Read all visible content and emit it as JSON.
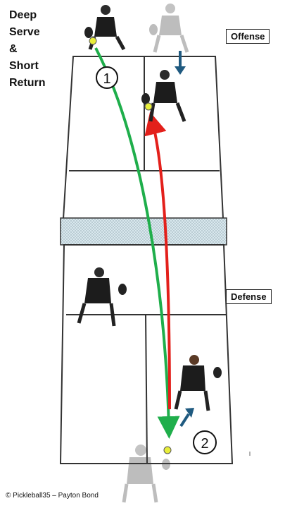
{
  "title_lines": [
    "Deep",
    "Serve",
    "&",
    "Short",
    "Return"
  ],
  "labels": {
    "offense": "Offense",
    "defense": "Defense"
  },
  "markers": [
    "1",
    "2"
  ],
  "credit": "© Pickleball35 – Payton Bond",
  "colors": {
    "serve_path": "#1fae4b",
    "return_path": "#e3201b",
    "movement_arrow": "#1f5a80",
    "ball": "#e8ee3a",
    "court_line": "#333333",
    "net_fill": "#cfe2e8"
  },
  "players": [
    {
      "name": "offense-server",
      "team": "Offense",
      "faded": false
    },
    {
      "name": "offense-partner",
      "team": "Offense",
      "faded": true
    },
    {
      "name": "offense-returner-partner-at-kitchen",
      "team": "Offense",
      "faded": false
    },
    {
      "name": "defense-left",
      "team": "Defense",
      "faded": false
    },
    {
      "name": "defense-right",
      "team": "Defense",
      "faded": false
    },
    {
      "name": "defense-returner-start",
      "team": "Defense",
      "faded": true
    }
  ]
}
